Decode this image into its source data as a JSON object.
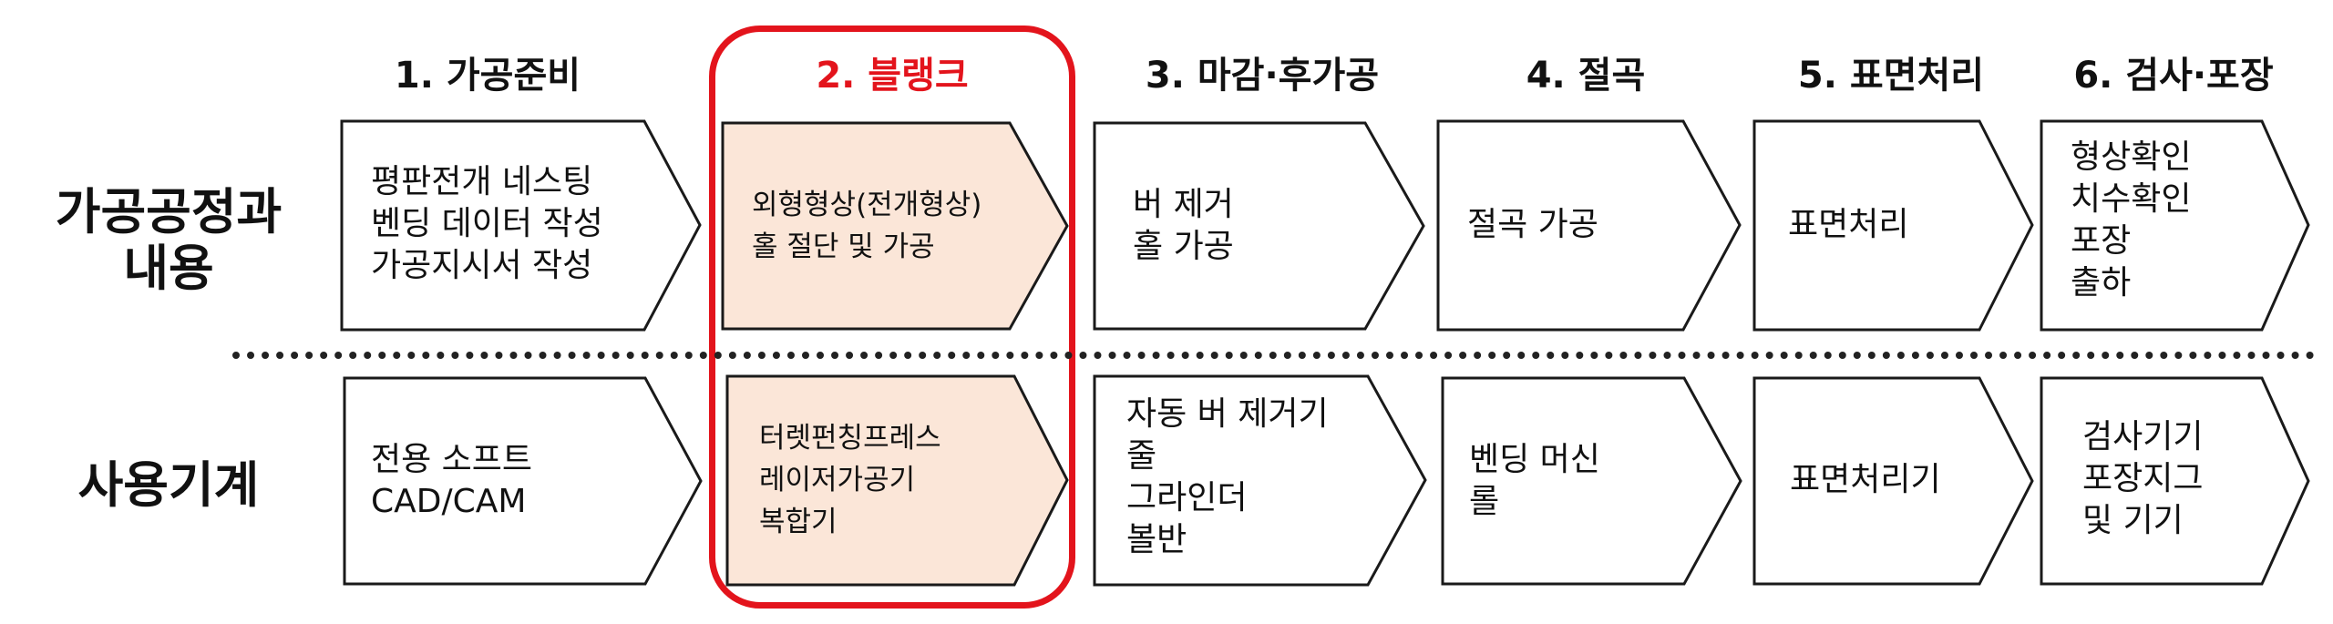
{
  "stages": [
    {
      "id": "prep",
      "header": "1. 가공준비",
      "highlight": false
    },
    {
      "id": "blank",
      "header": "2. 블랭크",
      "highlight": true
    },
    {
      "id": "finish",
      "header": "3. 마감·후가공",
      "highlight": false
    },
    {
      "id": "bend",
      "header": "4. 절곡",
      "highlight": false
    },
    {
      "id": "surface",
      "header": "5. 표면처리",
      "highlight": false
    },
    {
      "id": "inspect",
      "header": "6. 검사·포장",
      "highlight": false
    }
  ],
  "rows": {
    "process": {
      "label_lines": [
        "가공공정과",
        "내용"
      ],
      "cells": [
        [
          "평판전개 네스팅",
          "벤딩 데이터 작성",
          "가공지시서 작성"
        ],
        [
          "외형형상(전개형상)",
          "홀 절단 및 가공"
        ],
        [
          "버 제거",
          "홀 가공"
        ],
        [
          "절곡 가공"
        ],
        [
          "표면처리"
        ],
        [
          "형상확인",
          "치수확인",
          "포장",
          "출하"
        ]
      ]
    },
    "machines": {
      "label_lines": [
        "사용기계"
      ],
      "cells": [
        [
          "전용 소프트",
          "CAD/CAM"
        ],
        [
          "터렛펀칭프레스",
          "레이저가공기",
          "복합기"
        ],
        [
          "자동 버 제거기",
          "줄",
          "그라인더",
          "볼반"
        ],
        [
          "벤딩 머신",
          "롤"
        ],
        [
          "표면처리기"
        ],
        [
          "검사기기",
          "포장지그",
          "및 기기"
        ]
      ]
    }
  },
  "colors": {
    "highlight": "#e3141c",
    "highlight_fill": "#fbe6d8",
    "default_fill": "#ffffff",
    "stroke": "#1a1a1a"
  }
}
